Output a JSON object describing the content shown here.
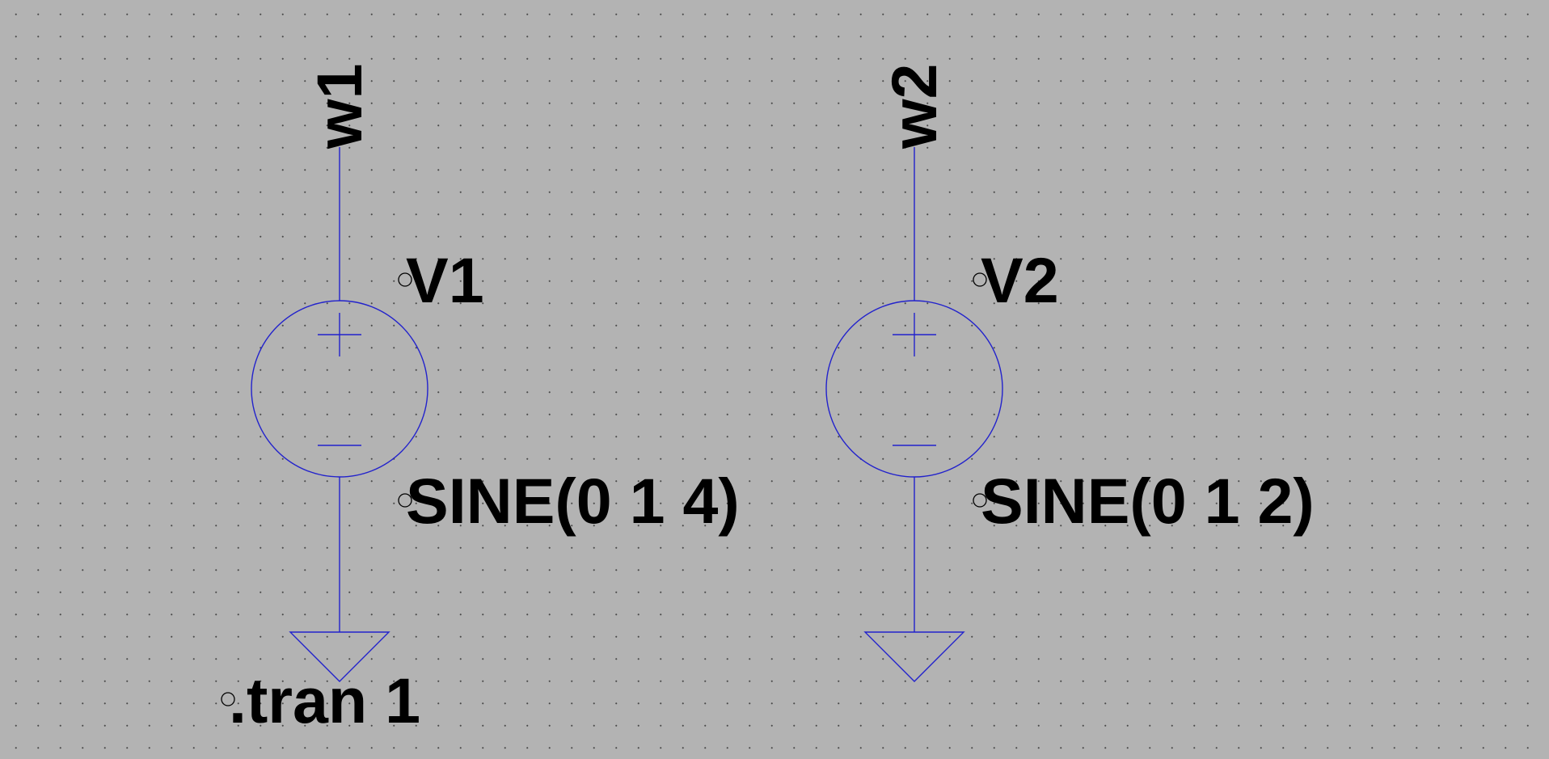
{
  "schematic": {
    "net_labels": [
      "w1",
      "w2"
    ],
    "components": [
      {
        "name": "V1",
        "value": "SINE(0 1 4)",
        "type": "voltage-source"
      },
      {
        "name": "V2",
        "value": "SINE(0 1 2)",
        "type": "voltage-source"
      }
    ],
    "directive": ".tran 1"
  },
  "colors": {
    "background": "#b3b3b3",
    "grid_dots": "#4a4a4a",
    "wire": "#2222cc",
    "text": "#000000"
  }
}
